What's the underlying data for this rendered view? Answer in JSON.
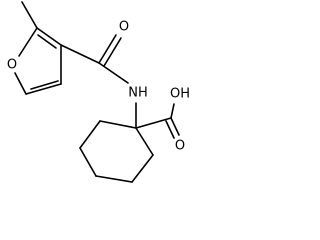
{
  "molecule": {
    "atoms": {
      "furan_oxygen": "O",
      "carbonyl_oxygen": "O",
      "amide_nitrogen": "NH",
      "acid_carbonyl_oxygen": "O",
      "acid_hydroxyl": "OH"
    }
  }
}
